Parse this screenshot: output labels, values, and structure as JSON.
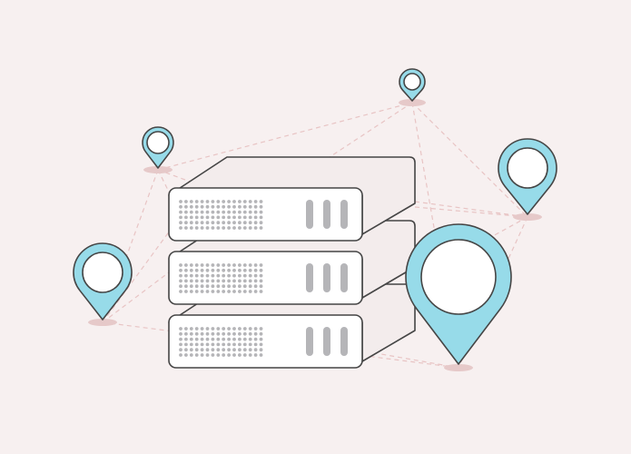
{
  "illustration": {
    "subject": "server-stack-with-location-pins",
    "server_units": 3,
    "pin_count": 5,
    "colors": {
      "background": "#f7f0f0",
      "pin_fill": "#97dbe9",
      "outline": "#454545",
      "server_front": "#ffffff",
      "server_side": "#f3ecec",
      "vent_dots": "#b5b5b8",
      "indicator_bars": "#b5b5b8",
      "pin_shadow": "#e6c9c9",
      "network_lines": "#e8c4c4"
    },
    "icons": [
      "server-icon",
      "location-pin-icon"
    ]
  }
}
